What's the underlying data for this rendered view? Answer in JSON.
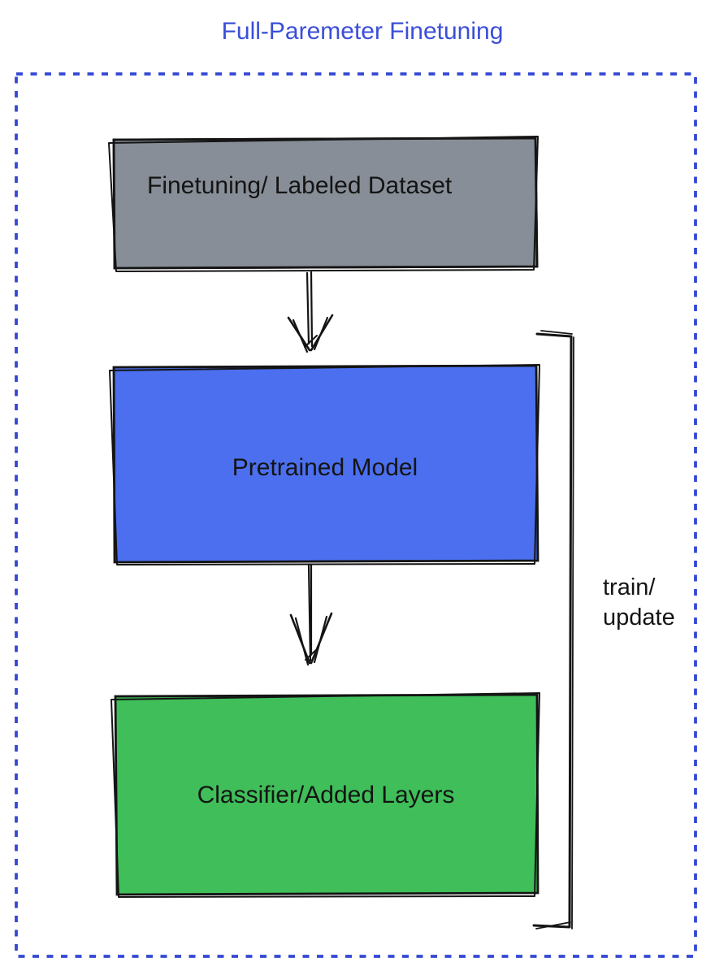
{
  "title": "Full-Paremeter Finetuning",
  "colors": {
    "title_blue": "#3B4ED8",
    "dashed_border_blue": "#3448D4",
    "ink_black": "#141414",
    "dataset_box_fill": "#878E97",
    "pretrained_box_fill": "#4B6FEE",
    "classifier_box_fill": "#3FBE59"
  },
  "boxes": {
    "dataset": {
      "label": "Finetuning/ Labeled Dataset"
    },
    "pretrained": {
      "label": "Pretrained Model"
    },
    "classifier": {
      "label": "Classifier/Added Layers"
    }
  },
  "bracket": {
    "label_line1": "train/",
    "label_line2": "update"
  }
}
